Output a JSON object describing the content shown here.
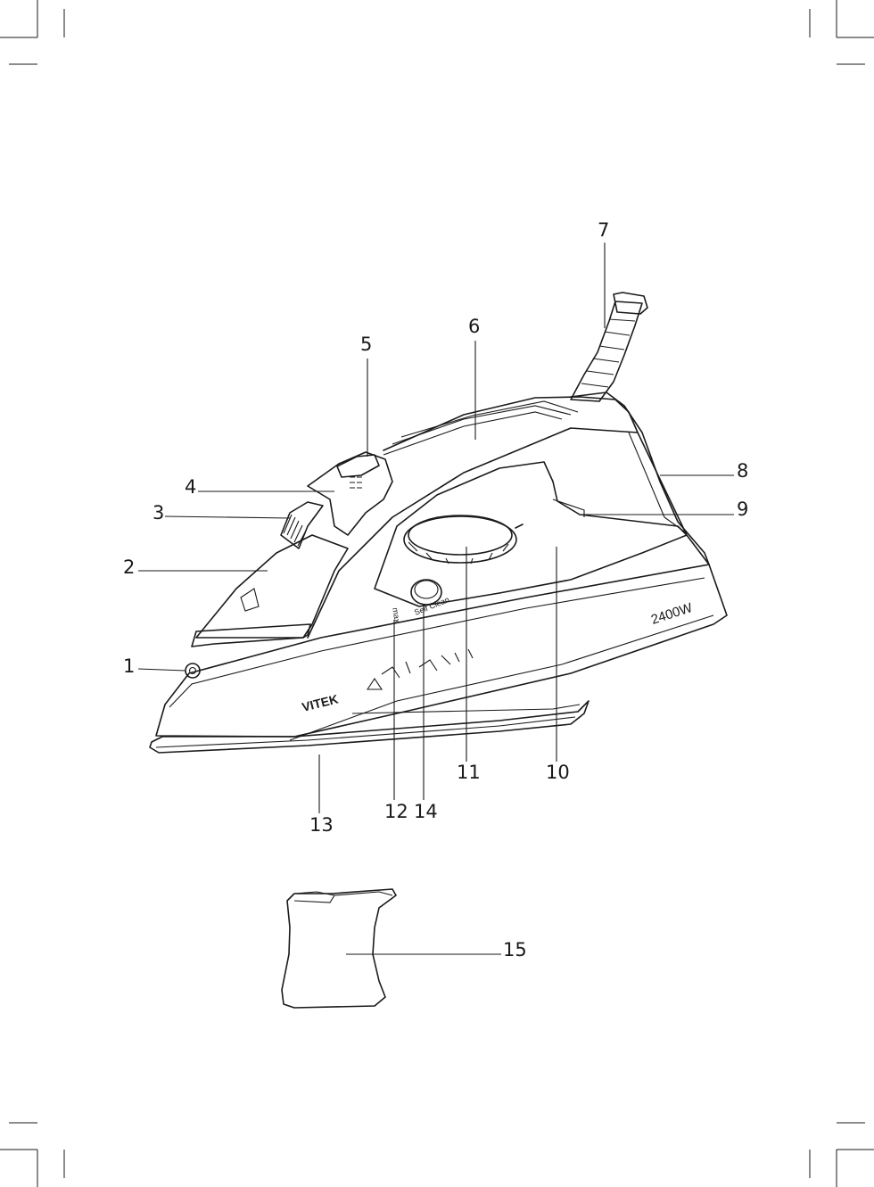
{
  "diagram": {
    "labels": {
      "1": "1",
      "2": "2",
      "3": "3",
      "4": "4",
      "5": "5",
      "6": "6",
      "7": "7",
      "8": "8",
      "9": "9",
      "10": "10",
      "11": "11",
      "12": "12",
      "13": "13",
      "14": "14",
      "15": "15"
    },
    "product_text": {
      "brand": "VITEK",
      "power": "2400W",
      "self_clean": "Self Clean",
      "max_mark": "max"
    }
  }
}
